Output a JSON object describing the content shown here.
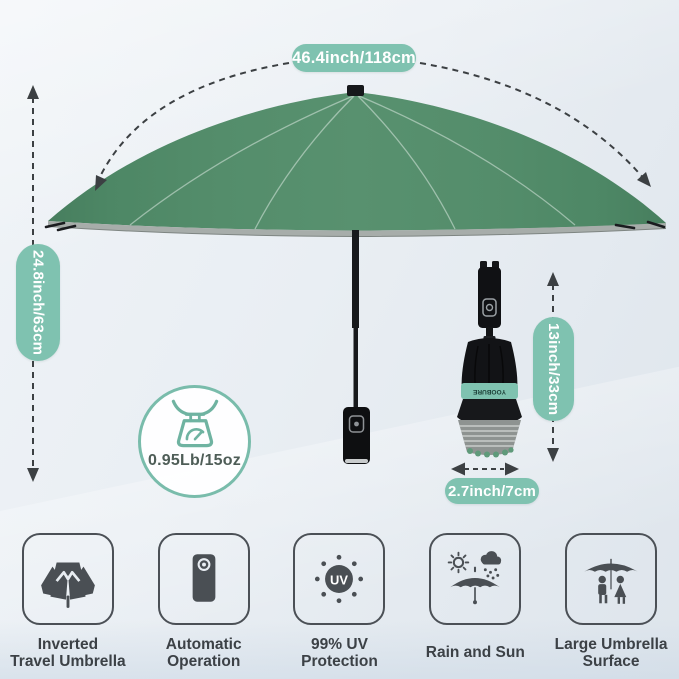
{
  "measurements": {
    "canopy_width": "46.4inch/118cm",
    "open_height": "24.8inch/63cm",
    "folded_height": "13inch/33cm",
    "folded_width": "2.7inch/7cm",
    "weight": "0.95Lb/15oz"
  },
  "brand_band_text": "YOOBURE",
  "uv_badge_text": "UV",
  "features": [
    {
      "line1": "Inverted",
      "line2": "Travel Umbrella",
      "icon": "inverted-travel-umbrella-icon"
    },
    {
      "line1": "Automatic",
      "line2": "Operation",
      "icon": "automatic-operation-icon"
    },
    {
      "line1": "99% UV",
      "line2": "Protection",
      "icon": "uv-protection-icon"
    },
    {
      "line1": "Rain and Sun",
      "line2": "",
      "icon": "rain-and-sun-icon"
    },
    {
      "line1": "Large Umbrella",
      "line2": "Surface",
      "icon": "large-umbrella-surface-icon"
    }
  ],
  "icons": {
    "weight": "scale-icon"
  },
  "colors": {
    "accent_teal": "#7fc2b0",
    "umbrella_green": "#57906f",
    "reflective_gray": "#a7adaa",
    "icon_gray": "#4a4f54",
    "arrow_gray": "#3c4043",
    "background": "#e9eef3"
  }
}
